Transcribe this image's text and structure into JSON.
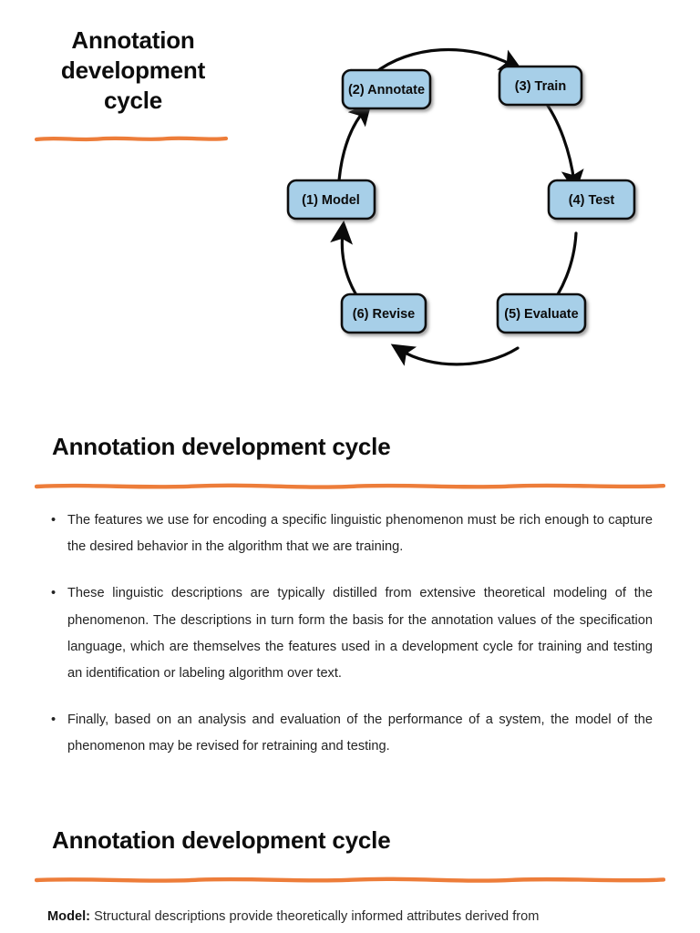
{
  "theme": {
    "accent_orange": "#ED7D3A",
    "node_fill": "#A7CFE8",
    "node_border": "#111111",
    "text_dark": "#0d0d0d",
    "body_text": "#232323",
    "background": "#FFFFFF"
  },
  "slide1": {
    "title_lines": [
      "Annotation",
      "development",
      "cycle"
    ],
    "diagram": {
      "name": "annotation-development-cycle-diagram",
      "nodes": [
        {
          "id": "model",
          "label": "(1) Model"
        },
        {
          "id": "annotate",
          "label": "(2) Annotate"
        },
        {
          "id": "train",
          "label": "(3) Train"
        },
        {
          "id": "test",
          "label": "(4) Test"
        },
        {
          "id": "evaluate",
          "label": "(5) Evaluate"
        },
        {
          "id": "revise",
          "label": "(6) Revise"
        }
      ],
      "edges": [
        {
          "from": "model",
          "to": "annotate"
        },
        {
          "from": "annotate",
          "to": "train"
        },
        {
          "from": "train",
          "to": "test"
        },
        {
          "from": "test",
          "to": "evaluate"
        },
        {
          "from": "evaluate",
          "to": "revise"
        },
        {
          "from": "revise",
          "to": "model"
        }
      ]
    }
  },
  "slide2": {
    "heading": "Annotation development cycle",
    "bullet_marker": "•",
    "bullets": [
      "The features we use for encoding a specific linguistic phenomenon must be rich enough to capture the desired behavior in the algorithm that we are training.",
      "These linguistic descriptions are typically distilled from extensive theoretical modeling of the phenomenon. The descriptions in turn form the basis for the annotation values of the specification language, which are themselves the features used in a development cycle for training and testing an identification or labeling algorithm over text.",
      "Finally, based on an analysis and evaluation of the performance of a system, the model of the phenomenon may be revised for retraining and testing."
    ]
  },
  "slide3": {
    "heading": "Annotation development cycle",
    "model_label": "Model:",
    "model_text": " Structural descriptions provide theoretically informed attributes derived from"
  }
}
